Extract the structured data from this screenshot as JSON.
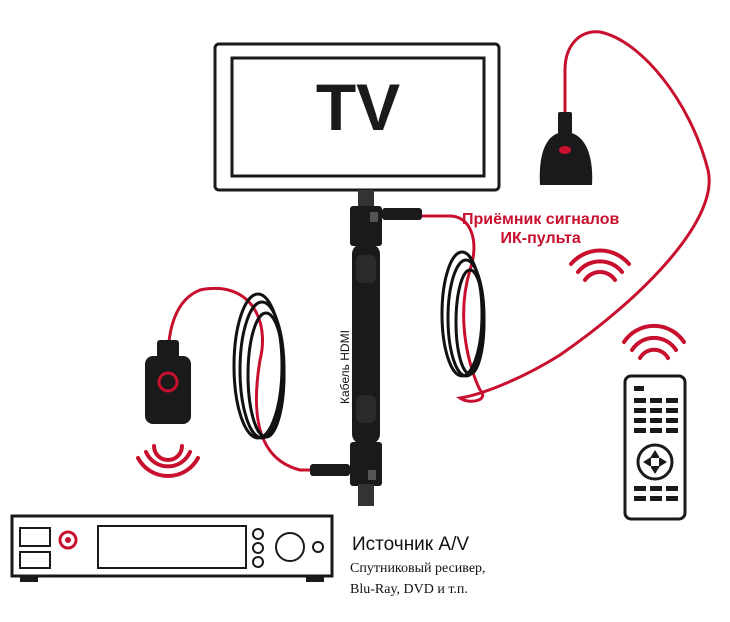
{
  "tv": {
    "label": "TV"
  },
  "ir_receiver": {
    "label_line1": "Приёмник сигналов",
    "label_line2": "ИК-пульта"
  },
  "cable": {
    "label": "Кабель HDMI"
  },
  "source": {
    "title": "Источник A/V",
    "subtitle_line1": "Спутниковый ресивер,",
    "subtitle_line2": "Blu-Ray, DVD и т.п."
  },
  "colors": {
    "accent": "#c8102e",
    "dark": "#1a1a1a"
  },
  "icons": [
    "tv-icon",
    "ir-receiver-icon",
    "ir-emitter-icon",
    "remote-control-icon",
    "av-receiver-icon",
    "signal-waves-icon"
  ]
}
